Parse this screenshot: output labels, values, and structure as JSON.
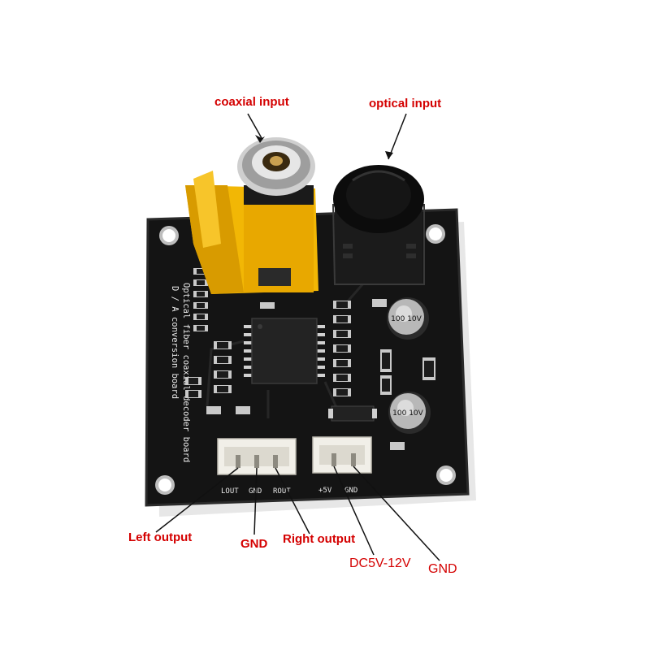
{
  "labels": {
    "coaxial_input": "coaxial input",
    "optical_input": "optical input",
    "left_output": "Left output",
    "gnd_left": "GND",
    "right_output": "Right output",
    "dc_power": "DC5V-12V",
    "gnd_right": "GND"
  },
  "board": {
    "silkscreen_line1": "Optical fiber coaxial decoder board",
    "silkscreen_line2": "D / A conversion board",
    "pin_lout": "LOUT",
    "pin_gnd_a": "GND",
    "pin_rout": "ROUT",
    "pin_5v": "+5V",
    "pin_gnd_b": "GND",
    "cap_text_1": "100 10V",
    "cap_text_2": "100 10V"
  },
  "colors": {
    "label_red": "#d40000",
    "board_black": "#141414",
    "rca_yellow": "#f2b705",
    "connector_white": "#f1efe8"
  }
}
